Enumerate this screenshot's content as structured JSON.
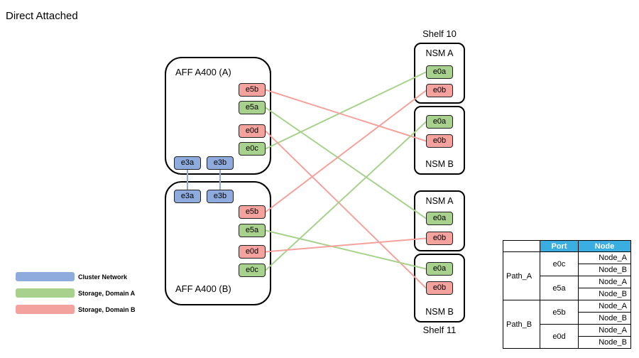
{
  "title": "Direct Attached",
  "colors": {
    "cluster": "#8FAADC",
    "domain_a": "#A9D18E",
    "domain_b": "#F4A29E",
    "table_header": "#3AAEE0"
  },
  "controllers": [
    {
      "label": "AFF A400 (A)",
      "storage_ports": [
        {
          "id": "ctrlA-e5b",
          "label": "e5b",
          "color_key": "domain_b"
        },
        {
          "id": "ctrlA-e5a",
          "label": "e5a",
          "color_key": "domain_a"
        },
        {
          "id": "ctrlA-e0d",
          "label": "e0d",
          "color_key": "domain_b"
        },
        {
          "id": "ctrlA-e0c",
          "label": "e0c",
          "color_key": "domain_a"
        }
      ],
      "cluster_ports": [
        {
          "id": "ctrlA-e3a",
          "label": "e3a",
          "color_key": "cluster"
        },
        {
          "id": "ctrlA-e3b",
          "label": "e3b",
          "color_key": "cluster"
        }
      ]
    },
    {
      "label": "AFF A400 (B)",
      "storage_ports": [
        {
          "id": "ctrlB-e5b",
          "label": "e5b",
          "color_key": "domain_b"
        },
        {
          "id": "ctrlB-e5a",
          "label": "e5a",
          "color_key": "domain_a"
        },
        {
          "id": "ctrlB-e0d",
          "label": "e0d",
          "color_key": "domain_b"
        },
        {
          "id": "ctrlB-e0c",
          "label": "e0c",
          "color_key": "domain_a"
        }
      ],
      "cluster_ports": [
        {
          "id": "ctrlB-e3a",
          "label": "e3a",
          "color_key": "cluster"
        },
        {
          "id": "ctrlB-e3b",
          "label": "e3b",
          "color_key": "cluster"
        }
      ]
    }
  ],
  "shelves": [
    {
      "label": "Shelf 10",
      "modules": [
        {
          "label": "NSM A",
          "ports": [
            {
              "id": "s10-nsma-e0a",
              "label": "e0a",
              "color_key": "domain_a"
            },
            {
              "id": "s10-nsma-e0b",
              "label": "e0b",
              "color_key": "domain_b"
            }
          ]
        },
        {
          "label": "NSM B",
          "ports": [
            {
              "id": "s10-nsmb-e0a",
              "label": "e0a",
              "color_key": "domain_a"
            },
            {
              "id": "s10-nsmb-e0b",
              "label": "e0b",
              "color_key": "domain_b"
            }
          ]
        }
      ]
    },
    {
      "label": "Shelf 11",
      "modules": [
        {
          "label": "NSM A",
          "ports": [
            {
              "id": "s11-nsma-e0a",
              "label": "e0a",
              "color_key": "domain_a"
            },
            {
              "id": "s11-nsma-e0b",
              "label": "e0b",
              "color_key": "domain_b"
            }
          ]
        },
        {
          "label": "NSM B",
          "ports": [
            {
              "id": "s11-nsmb-e0a",
              "label": "e0a",
              "color_key": "domain_a"
            },
            {
              "id": "s11-nsmb-e0b",
              "label": "e0b",
              "color_key": "domain_b"
            }
          ]
        }
      ]
    }
  ],
  "connections": [
    {
      "from": "ctrlA-e0c",
      "to": "s10-nsma-e0a",
      "color_key": "domain_a"
    },
    {
      "from": "ctrlA-e5b",
      "to": "s10-nsmb-e0b",
      "color_key": "domain_b"
    },
    {
      "from": "ctrlA-e5a",
      "to": "s11-nsma-e0a",
      "color_key": "domain_a"
    },
    {
      "from": "ctrlA-e0d",
      "to": "s11-nsmb-e0b",
      "color_key": "domain_b"
    },
    {
      "from": "ctrlB-e0c",
      "to": "s10-nsmb-e0a",
      "color_key": "domain_a"
    },
    {
      "from": "ctrlB-e5b",
      "to": "s10-nsma-e0b",
      "color_key": "domain_b"
    },
    {
      "from": "ctrlB-e5a",
      "to": "s11-nsmb-e0a",
      "color_key": "domain_a"
    },
    {
      "from": "ctrlB-e0d",
      "to": "s11-nsma-e0b",
      "color_key": "domain_b"
    },
    {
      "from": "ctrlA-e3a",
      "to": "ctrlB-e3a",
      "color_key": "cluster"
    },
    {
      "from": "ctrlA-e3b",
      "to": "ctrlB-e3b",
      "color_key": "cluster"
    }
  ],
  "legend": [
    {
      "label": "Cluster Network",
      "color_key": "cluster"
    },
    {
      "label": "Storage, Domain A",
      "color_key": "domain_a"
    },
    {
      "label": "Storage, Domain B",
      "color_key": "domain_b"
    }
  ],
  "table": {
    "headers": [
      "",
      "Port",
      "Node"
    ],
    "rows": [
      {
        "path": "Path_A",
        "ports": [
          {
            "port": "e0c",
            "nodes": [
              "Node_A",
              "Node_B"
            ]
          },
          {
            "port": "e5a",
            "nodes": [
              "Node_A",
              "Node_B"
            ]
          }
        ]
      },
      {
        "path": "Path_B",
        "ports": [
          {
            "port": "e5b",
            "nodes": [
              "Node_A",
              "Node_B"
            ]
          },
          {
            "port": "e0d",
            "nodes": [
              "Node_A",
              "Node_B"
            ]
          }
        ]
      }
    ]
  }
}
